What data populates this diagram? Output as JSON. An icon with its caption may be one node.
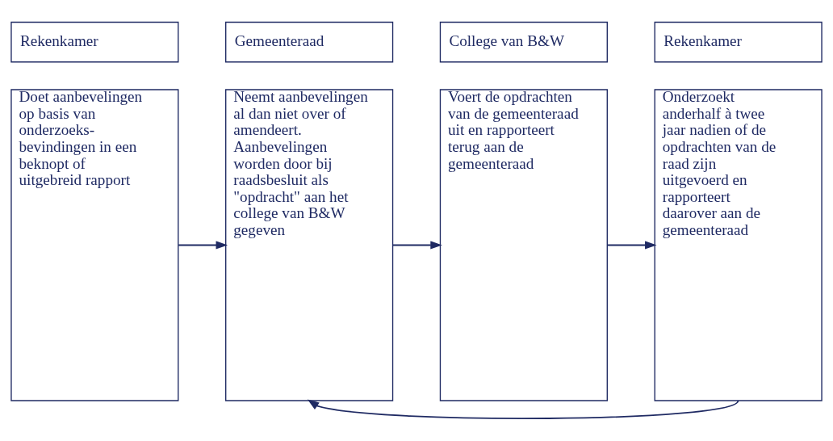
{
  "diagram": {
    "nodes": [
      {
        "text": [
          "Rekenkamer"
        ]
      },
      {
        "text": [
          "Gemeenteraad"
        ]
      },
      {
        "text": [
          "College van B&W"
        ]
      },
      {
        "text": [
          "Rekenkamer"
        ]
      },
      {
        "text": [
          "Doet aanbevelingen op basis van onderzoeks-bevindingen in een beknopt of uitgebreid rapport"
        ]
      },
      {
        "text": [
          "Neemt aanbevelingen al dan niet over of amendeert. Aanbevelingen worden door bij raadsbesluit als \"opdracht\" aan het college van B&W gegeven"
        ]
      },
      {
        "text": [
          "Voert de opdrachten van de gemeenteraad uit en rapporteert terug aan de gemeenteraad"
        ]
      },
      {
        "text": [
          "Onderzoekt anderhalf à twee jaar nadien of de opdrachten van de raad zijn uitgevoerd en rapporteert daarover aan de gemeenteraad"
        ]
      }
    ],
    "edges": [
      {
        "from": 4,
        "to": 5,
        "arrow": "to"
      },
      {
        "from": 5,
        "to": 6,
        "arrow": "to"
      },
      {
        "from": 6,
        "to": 7,
        "arrow": "to"
      },
      {
        "from": 7,
        "to": 5,
        "arrow": "to"
      }
    ]
  }
}
